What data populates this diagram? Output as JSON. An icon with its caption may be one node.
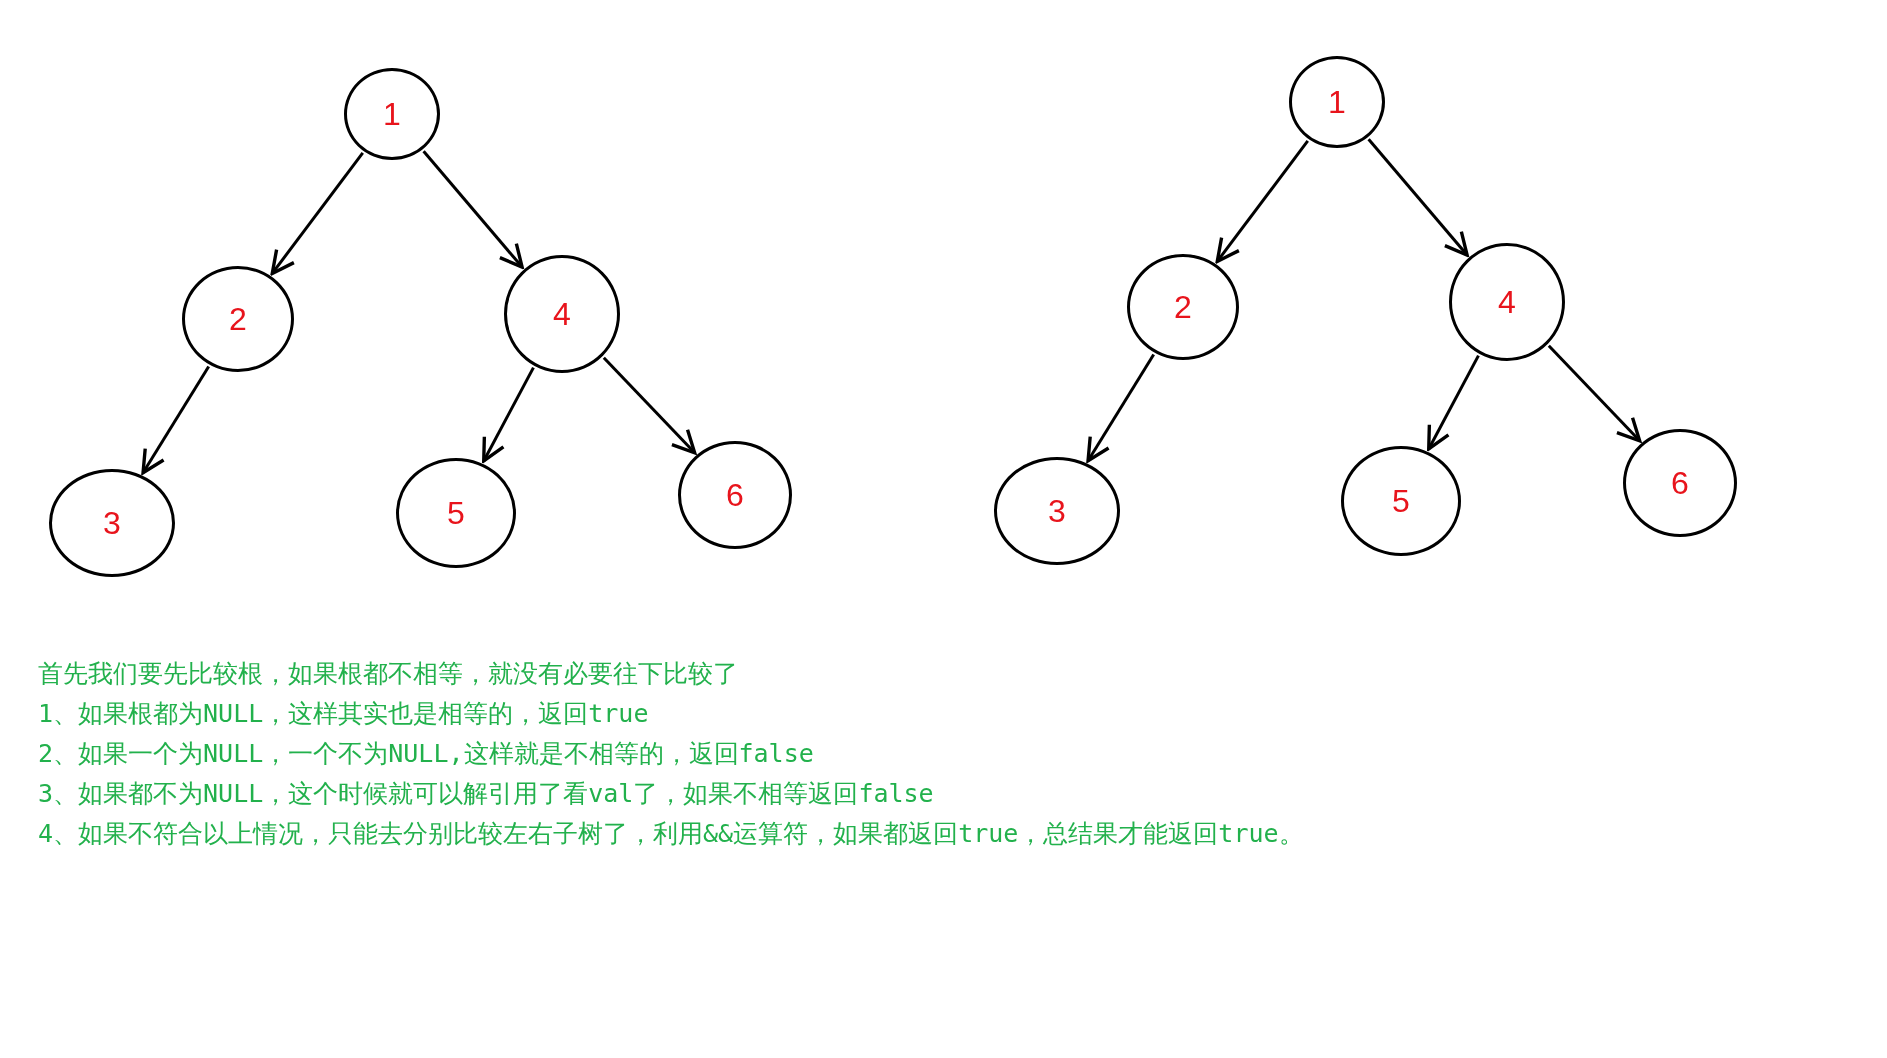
{
  "diagram": {
    "nodes": [
      {
        "text": [
          "1"
        ]
      },
      {
        "text": [
          "2"
        ]
      },
      {
        "text": [
          "4"
        ]
      },
      {
        "text": [
          "3"
        ]
      },
      {
        "text": [
          "5"
        ]
      },
      {
        "text": [
          "6"
        ]
      },
      {
        "text": [
          "1"
        ]
      },
      {
        "text": [
          "2"
        ]
      },
      {
        "text": [
          "4"
        ]
      },
      {
        "text": [
          "3"
        ]
      },
      {
        "text": [
          "5"
        ]
      },
      {
        "text": [
          "6"
        ]
      }
    ],
    "edges": [
      {
        "from": 0,
        "to": 1,
        "arrow": "to"
      },
      {
        "from": 0,
        "to": 2,
        "arrow": "to"
      },
      {
        "from": 1,
        "to": 3,
        "arrow": "to"
      },
      {
        "from": 2,
        "to": 4,
        "arrow": "to"
      },
      {
        "from": 2,
        "to": 5,
        "arrow": "to"
      },
      {
        "from": 6,
        "to": 7,
        "arrow": "to"
      },
      {
        "from": 6,
        "to": 8,
        "arrow": "to"
      },
      {
        "from": 7,
        "to": 9,
        "arrow": "to"
      },
      {
        "from": 8,
        "to": 10,
        "arrow": "to"
      },
      {
        "from": 8,
        "to": 11,
        "arrow": "to"
      }
    ],
    "labels": [
      "首先我们要先比较根，如果根都不相等，就没有必要往下比较了",
      "1、如果根都为NULL，这样其实也是相等的，返回true",
      "2、如果一个为NULL，一个不为NULL,这样就是不相等的，返回false",
      "3、如果都不为NULL，这个时候就可以解引用了看val了，如果不相等返回false",
      "4、如果不符合以上情况，只能去分别比较左右子树了，利用&&运算符，如果都返回true，总结果才能返回true。"
    ]
  }
}
